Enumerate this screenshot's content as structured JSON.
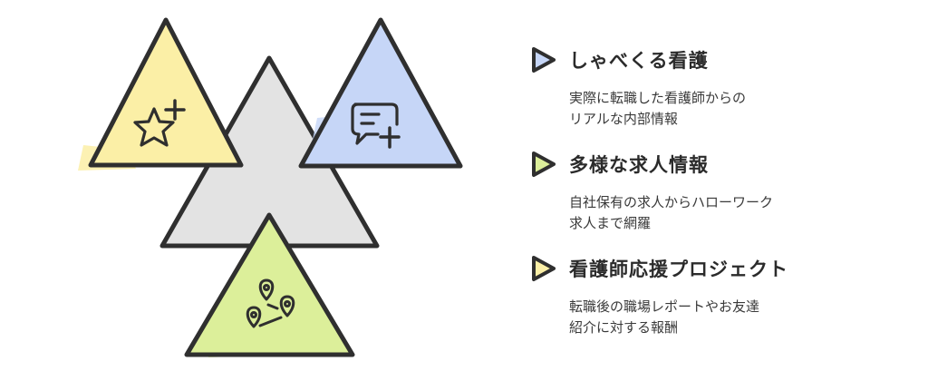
{
  "colors": {
    "yellow": "#fbefa6",
    "grey": "#e3e3e3",
    "blue": "#c6d6f7",
    "green": "#dcef9a",
    "outline": "#2f2f2f"
  },
  "triangles": [
    {
      "id": "yellow",
      "icon": "star-plus-icon"
    },
    {
      "id": "grey",
      "icon": ""
    },
    {
      "id": "blue",
      "icon": "chat-plus-icon"
    },
    {
      "id": "green",
      "icon": "map-pins-icon"
    }
  ],
  "items": [
    {
      "marker_color": "#c6d6f7",
      "title": "しゃべくる看護",
      "desc_lines": [
        "実際に転職した看護師からの",
        "リアルな内部情報"
      ]
    },
    {
      "marker_color": "#dcef9a",
      "title": "多様な求人情報",
      "desc_lines": [
        "自社保有の求人からハローワーク",
        "求人まで網羅"
      ]
    },
    {
      "marker_color": "#fbefa6",
      "title": "看護師応援プロジェクト",
      "desc_lines": [
        "転職後の職場レポートやお友達",
        "紹介に対する報酬"
      ]
    }
  ]
}
